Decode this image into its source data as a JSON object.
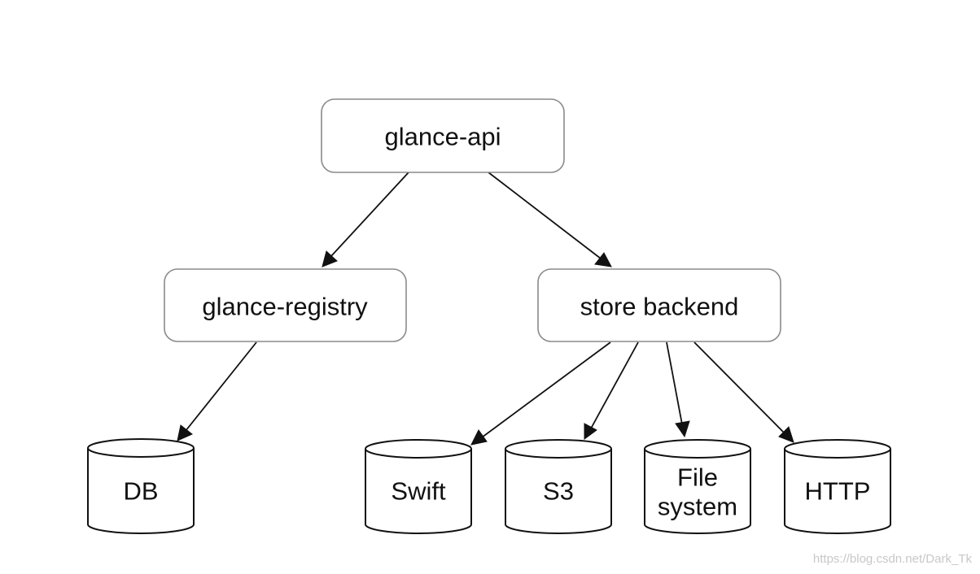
{
  "nodes": {
    "glance_api": "glance-api",
    "glance_registry": "glance-registry",
    "store_backend": "store backend"
  },
  "stores": {
    "db": "DB",
    "swift": "Swift",
    "s3": "S3",
    "file_system_line1": "File",
    "file_system_line2": "system",
    "http": "HTTP"
  },
  "watermark": "https://blog.csdn.net/Dark_Tk",
  "colors": {
    "box_stroke": "#8a8a8a",
    "line": "#111111",
    "text": "#111111",
    "watermark": "#c8c8c8"
  }
}
